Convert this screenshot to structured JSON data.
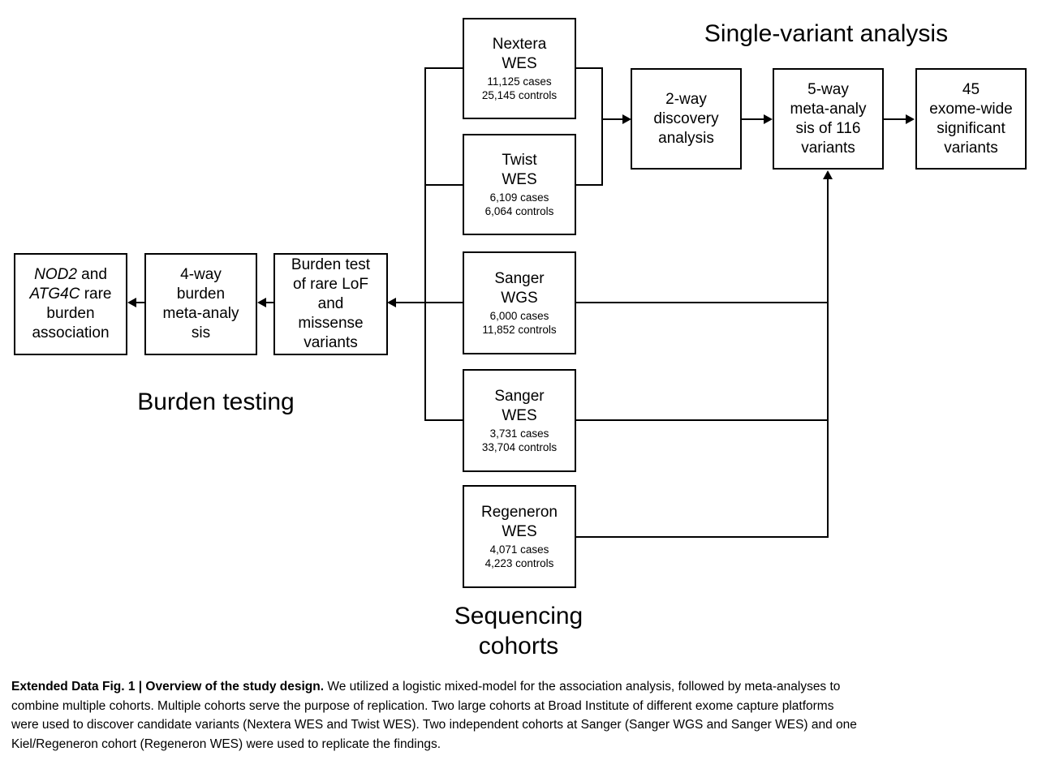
{
  "figure": {
    "section_labels": {
      "single_variant": "Single-variant analysis",
      "burden_testing": "Burden testing",
      "sequencing_line1": "Sequencing",
      "sequencing_line2": "cohorts"
    },
    "cohort_boxes": {
      "nextera": {
        "line1": "Nextera",
        "line2": "WES",
        "cases": "11,125 cases",
        "controls": "25,145 controls"
      },
      "twist": {
        "line1": "Twist",
        "line2": "WES",
        "cases": "6,109 cases",
        "controls": "6,064 controls"
      },
      "sanger_wgs": {
        "line1": "Sanger",
        "line2": "WGS",
        "cases": "6,000 cases",
        "controls": "11,852 controls"
      },
      "sanger_wes": {
        "line1": "Sanger",
        "line2": "WES",
        "cases": "3,731 cases",
        "controls": "33,704 controls"
      },
      "regeneron": {
        "line1": "Regeneron",
        "line2": "WES",
        "cases": "4,071 cases",
        "controls": "4,223 controls"
      }
    },
    "analysis_boxes": {
      "two_way": {
        "line1": "2-way",
        "line2": "discovery",
        "line3": "analysis"
      },
      "five_way": {
        "line1": "5-way",
        "line2": "meta-analy",
        "line3": "sis of 116",
        "line4": "variants"
      },
      "significant": {
        "line1": "45",
        "line2": "exome-wide",
        "line3": "significant",
        "line4": "variants"
      }
    },
    "burden_boxes": {
      "nod2": {
        "line1_italic": "NOD2",
        "line1_rest": " and",
        "line2_italic": "ATG4C",
        "line2_rest": " rare",
        "line3": "burden",
        "line4": "association"
      },
      "four_way": {
        "line1": "4-way",
        "line2": "burden",
        "line3": "meta-analy",
        "line4": "sis"
      },
      "burden_test": {
        "line1": "Burden test",
        "line2": "of rare LoF",
        "line3": "and",
        "line4": "missense",
        "line5": "variants"
      }
    }
  },
  "caption": {
    "line1_bold": "Extended Data Fig. 1 | Overview of the study design.",
    "line1_rest": " We utilized a logistic mixed-model for the association analysis, followed by meta-analyses to",
    "line2": "combine multiple cohorts. Multiple cohorts serve the purpose of replication. Two large cohorts at Broad Institute of different exome capture platforms",
    "line3": "were used to discover candidate variants (Nextera WES and Twist WES). Two independent cohorts at Sanger (Sanger WGS and Sanger WES) and one",
    "line4": "Kiel/Regeneron cohort (Regeneron WES) were used to replicate the findings."
  },
  "colors": {
    "line": "#000000",
    "text": "#000000",
    "background": "#ffffff"
  }
}
